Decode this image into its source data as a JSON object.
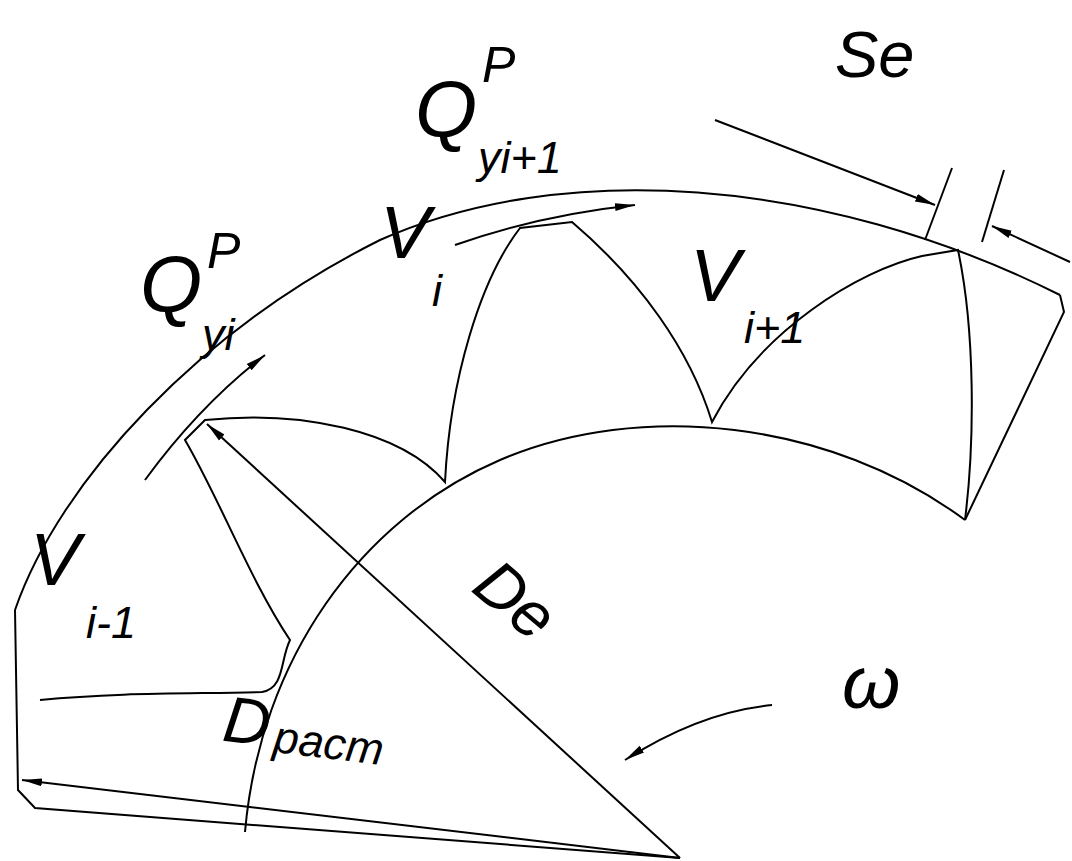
{
  "diagram": {
    "labels": [
      "Q",
      "P",
      "yi",
      "Q",
      "P",
      "yi+1",
      "V",
      "i",
      "V",
      "i+1",
      "V",
      "i-1",
      "Se",
      "De",
      "D",
      "раст",
      "ω"
    ]
  }
}
